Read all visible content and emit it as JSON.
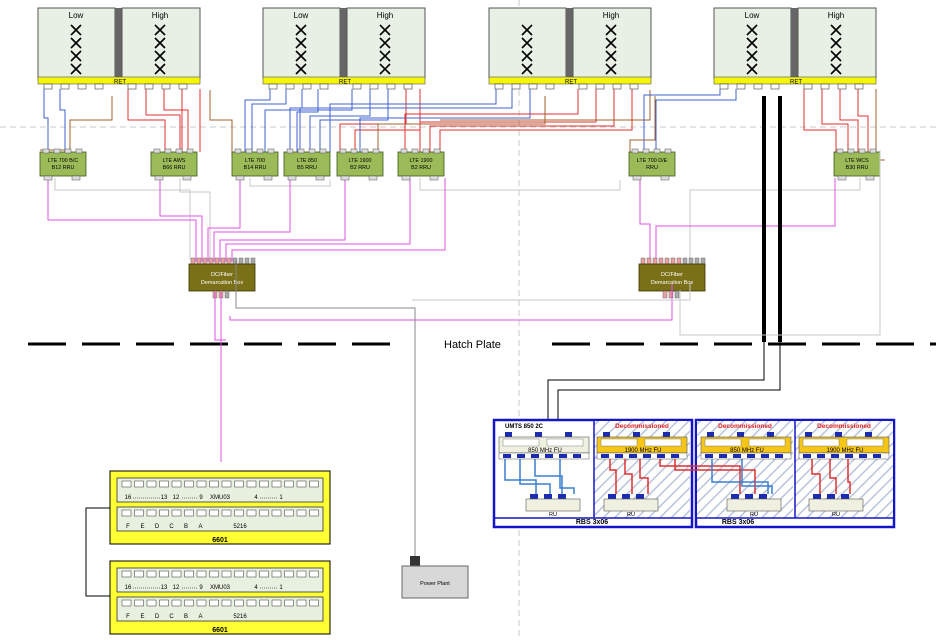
{
  "antennas": [
    {
      "low": "Low",
      "high": "High",
      "ret": "RET"
    },
    {
      "low": "Low",
      "high": "High",
      "ret": "RET"
    },
    {
      "low": "",
      "high": "High",
      "ret": "RET"
    },
    {
      "low": "Low",
      "high": "High",
      "ret": "RET"
    }
  ],
  "rrus": [
    {
      "line1": "LTE 700 B/C",
      "line2": "B12 RRU"
    },
    {
      "line1": "LTE AWS",
      "line2": "B66 RRU"
    },
    {
      "line1": "LTE 700",
      "line2": "B14 RRU"
    },
    {
      "line1": "LTE 850",
      "line2": "B5 RRU"
    },
    {
      "line1": "LTE 1900",
      "line2": "B2 RRU"
    },
    {
      "line1": "LTE 1900",
      "line2": "B2 RRU"
    },
    {
      "line1": "LTE 700 D/E",
      "line2": "RRU"
    },
    {
      "line1": "LTE WCS",
      "line2": "B30 RRU"
    }
  ],
  "demarc_boxes": [
    {
      "line1": "DC/Fiber",
      "line2": "Demarcation Box"
    },
    {
      "line1": "DC/Fiber",
      "line2": "Demarcation Box"
    }
  ],
  "hatch_label": "Hatch Plate",
  "cabinets": [
    {
      "row1": {
        "left": "16",
        "mid1": "13",
        "mid2": "12",
        "mid3": "9",
        "name": "XMU03",
        "right1": "4",
        "right2": "1"
      },
      "row2": {
        "letters": [
          "F",
          "E",
          "D",
          "C",
          "B",
          "A"
        ],
        "code": "5216"
      },
      "label": "6601"
    },
    {
      "row1": {
        "left": "16",
        "mid1": "13",
        "mid2": "12",
        "mid3": "9",
        "name": "XMU03",
        "right1": "4",
        "right2": "1"
      },
      "row2": {
        "letters": [
          "F",
          "E",
          "D",
          "C",
          "B",
          "A"
        ],
        "code": "5216"
      },
      "label": "6601"
    }
  ],
  "power_plant": "Power Plant",
  "rbs": {
    "umts_label": "UMTS 850 2C",
    "decommissioned": [
      "Decommissioned",
      "Decommissioned",
      "Decommissioned"
    ],
    "fu_labels": [
      "850 MHz FU",
      "1900 MHz FU",
      "850 MHz FU",
      "1900 MHz FU"
    ],
    "ru_label": "RU",
    "rbs_labels": [
      "RBS 3x06",
      "RBS 3x06"
    ]
  },
  "colors": {
    "antenna_fill": "#e8efe4",
    "ret_bar": "#f5f50a",
    "rru_fill": "#9bbb59",
    "demarc_fill": "#7a7018",
    "cabinet_fill": "#ffff33",
    "rbs_border": "#1414c8",
    "blue_jumper": "#4060d0",
    "red_jumper": "#e03030",
    "brown_line": "#a0602c",
    "gray_line": "#c8c8c8",
    "magenta_line": "#e050e0",
    "decom_text": "#e02020"
  }
}
